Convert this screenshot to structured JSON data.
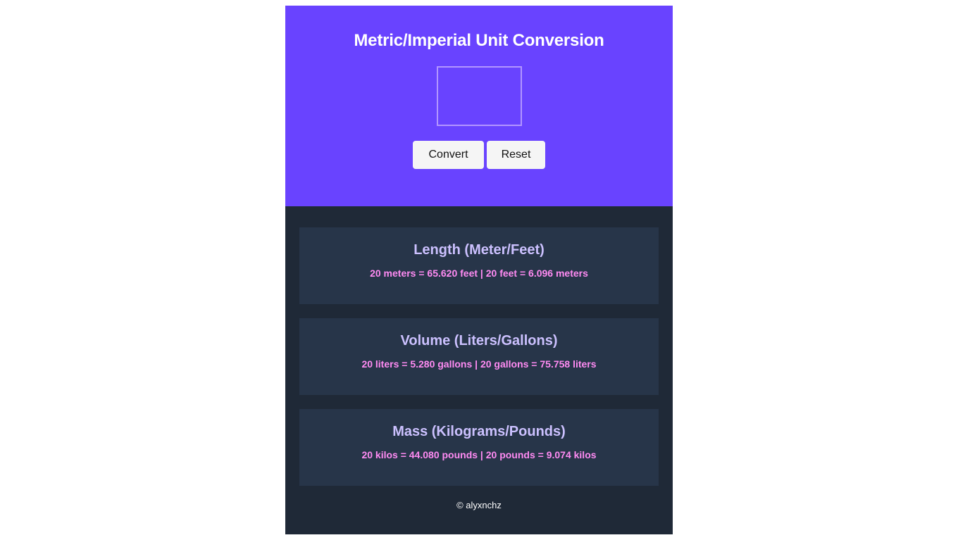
{
  "header": {
    "title": "Metric/Imperial Unit Conversion",
    "input_value": "",
    "convert_label": "Convert",
    "reset_label": "Reset"
  },
  "results": [
    {
      "title": "Length (Meter/Feet)",
      "text": "20 meters = 65.620 feet | 20 feet = 6.096 meters"
    },
    {
      "title": "Volume (Liters/Gallons)",
      "text": "20 liters = 5.280 gallons | 20 gallons = 75.758 liters"
    },
    {
      "title": "Mass (Kilograms/Pounds)",
      "text": "20 kilos = 44.080 pounds | 20 pounds = 9.074 kilos"
    }
  ],
  "footer": {
    "text": "© alyxnchz"
  },
  "colors": {
    "header_bg": "#6943ff",
    "body_bg": "#1f2937",
    "card_bg": "#273549",
    "card_title": "#ccc1ff",
    "card_text": "#ff8bf3"
  }
}
